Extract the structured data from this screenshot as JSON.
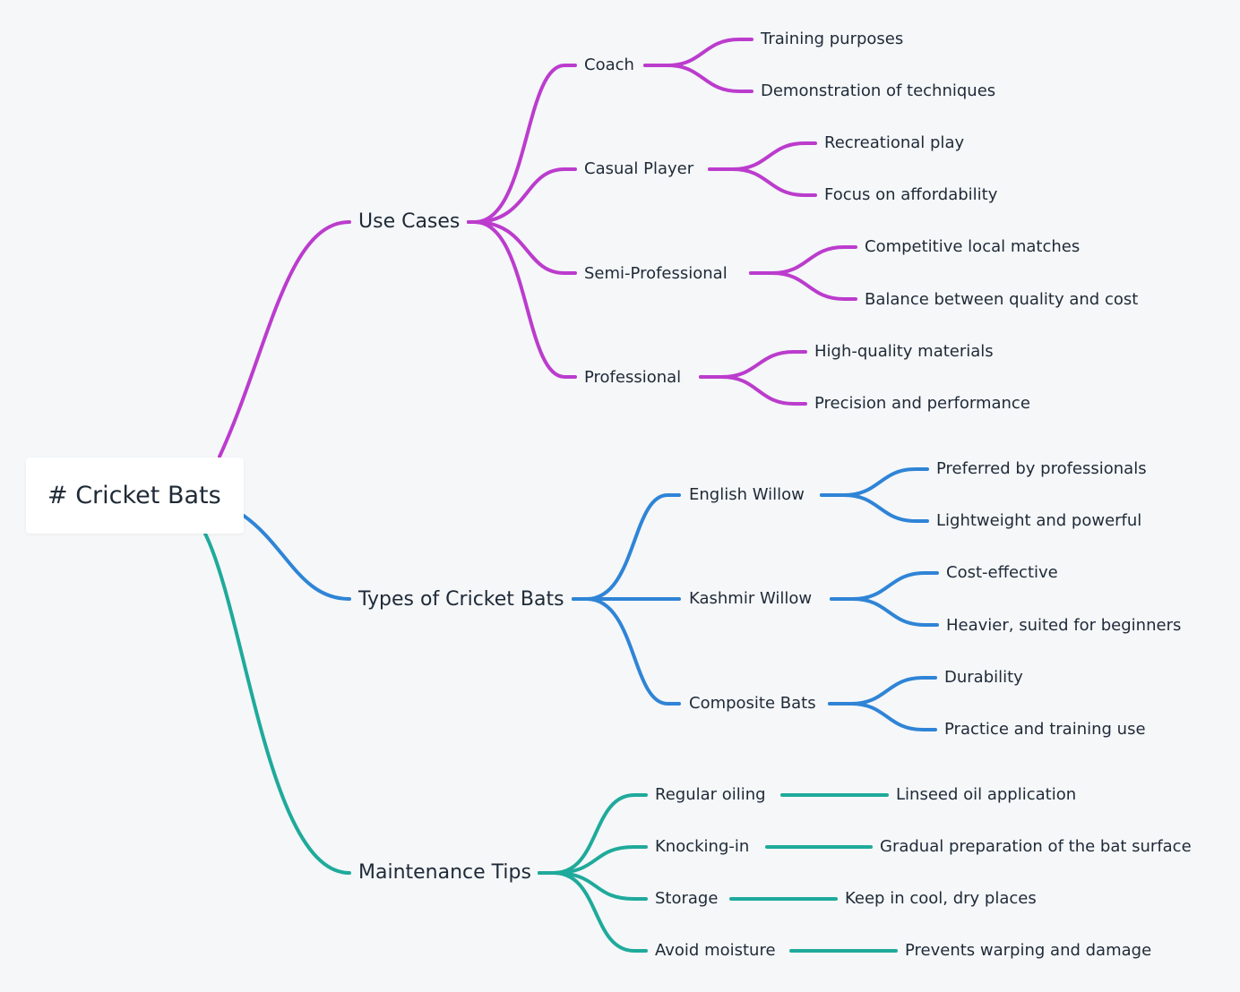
{
  "root": {
    "label": "# Cricket Bats"
  },
  "colors": {
    "use_cases": "#bb3ccd",
    "types": "#2f84d6",
    "maintenance": "#1faa9b"
  },
  "branches": [
    {
      "label": "Use Cases",
      "color_key": "use_cases",
      "children": [
        {
          "label": "Coach",
          "children": [
            "Training purposes",
            "Demonstration of techniques"
          ]
        },
        {
          "label": "Casual Player",
          "children": [
            "Recreational play",
            "Focus on affordability"
          ]
        },
        {
          "label": "Semi-Professional",
          "children": [
            "Competitive local matches",
            "Balance between quality and cost"
          ]
        },
        {
          "label": "Professional",
          "children": [
            "High-quality materials",
            "Precision and performance"
          ]
        }
      ]
    },
    {
      "label": "Types of Cricket Bats",
      "color_key": "types",
      "children": [
        {
          "label": "English Willow",
          "children": [
            "Preferred by professionals",
            "Lightweight and powerful"
          ]
        },
        {
          "label": "Kashmir Willow",
          "children": [
            "Cost-effective",
            "Heavier, suited for beginners"
          ]
        },
        {
          "label": "Composite Bats",
          "children": [
            "Durability",
            "Practice and training use"
          ]
        }
      ]
    },
    {
      "label": "Maintenance Tips",
      "color_key": "maintenance",
      "children": [
        {
          "label": "Regular oiling",
          "children": [
            "Linseed oil application"
          ]
        },
        {
          "label": "Knocking-in",
          "children": [
            "Gradual preparation of the bat surface"
          ]
        },
        {
          "label": "Storage",
          "children": [
            "Keep in cool, dry places"
          ]
        },
        {
          "label": "Avoid moisture",
          "children": [
            "Prevents warping and damage"
          ]
        }
      ]
    }
  ]
}
